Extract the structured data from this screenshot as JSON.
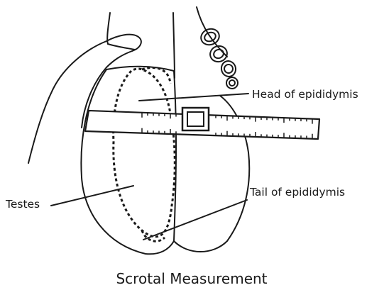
{
  "labels": {
    "head_of_epididymis": "Head of epididymis",
    "testes": "Testes",
    "tail_of_epididymis": "Tail of epididymis"
  },
  "caption": "Scrotal Measurement"
}
